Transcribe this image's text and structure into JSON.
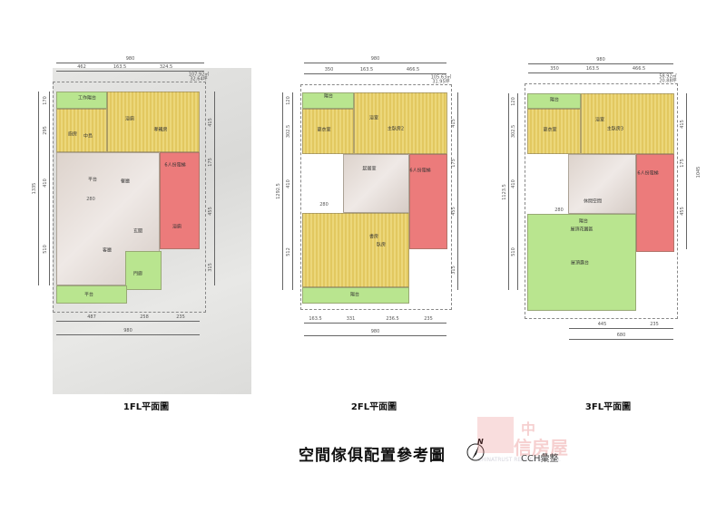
{
  "plans": [
    {
      "caption": "1FL平面圖",
      "area_note": [
        "107.92㎡",
        "32.64坪"
      ],
      "top_total": "980",
      "top_dims": [
        "462",
        "163.5",
        "324.5"
      ],
      "bottom_dims": [
        "487",
        "258",
        "235"
      ],
      "bottom_total": "980",
      "left_total": "1335",
      "left_dims": [
        "170",
        "295",
        "410",
        "510"
      ],
      "right_dims": [
        "415",
        "175",
        "455",
        "315"
      ],
      "rooms": [
        "工作陽台",
        "廚房",
        "中島",
        "浴廁",
        "孝親房",
        "平台",
        "餐廳",
        "6人份電梯",
        "玄關",
        "浴廁",
        "客廳",
        "門廊",
        "平台"
      ],
      "misc": [
        "280"
      ]
    },
    {
      "caption": "2FL平面圖",
      "area_note": [
        "105.63㎡",
        "31.95坪"
      ],
      "top_total": "980",
      "top_dims": [
        "350",
        "163.5",
        "466.5"
      ],
      "bottom_dims": [
        "163.5",
        "331",
        "236.5",
        "235"
      ],
      "bottom_total": "980",
      "left_total": "1292.5",
      "left_dims": [
        "120",
        "302.5",
        "410",
        "512"
      ],
      "right_dims": [
        "415",
        "175",
        "455",
        "315"
      ],
      "rooms": [
        "陽台",
        "更衣室",
        "浴室",
        "主臥房2",
        "起居室",
        "6人份電梯",
        "臥房",
        "書房",
        "陽台"
      ],
      "misc": [
        "280"
      ]
    },
    {
      "caption": "3FL平面圖",
      "area_note": [
        "58.92㎡",
        "20.88坪"
      ],
      "top_total": "980",
      "top_dims": [
        "350",
        "163.5",
        "466.5"
      ],
      "bottom_dims": [
        "445",
        "235"
      ],
      "bottom_total": "680",
      "left_total": "1123.5",
      "left_dims": [
        "120",
        "302.5",
        "410",
        "510"
      ],
      "right_dims": [
        "415",
        "175",
        "455",
        "1045"
      ],
      "rooms": [
        "陽台",
        "更衣室",
        "浴室",
        "主臥房3",
        "6人份電梯",
        "休閒空間",
        "陽台",
        "屋頂花園區",
        "屋頂露台"
      ],
      "misc": [
        "280"
      ]
    }
  ],
  "title": "空間傢俱配置參考圖",
  "north_label": "N",
  "credit": "CCH彙整",
  "watermark": {
    "line1": "中",
    "line2": "信房屋",
    "sub": "CHINATRUST REAL ESTATE CO."
  },
  "colors": {
    "private": "#e8d06e",
    "outdoor": "#b9e58f",
    "elevator": "#ec7b7b",
    "public": "#e2d8d2"
  },
  "icons": [
    "north-arrow-icon",
    "logo-icon"
  ]
}
